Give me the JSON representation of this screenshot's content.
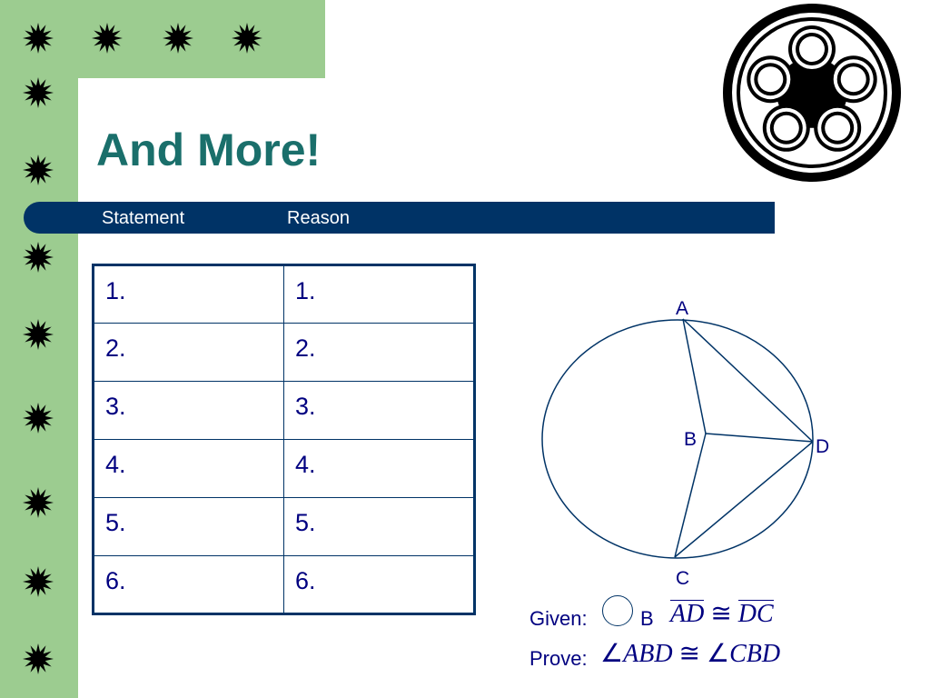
{
  "title": "And More!",
  "header_bar": {
    "statement_label": "Statement",
    "reason_label": "Reason"
  },
  "proof_table": {
    "rows": [
      {
        "statement": "1.",
        "reason": "1."
      },
      {
        "statement": "2.",
        "reason": "2."
      },
      {
        "statement": "3.",
        "reason": "3."
      },
      {
        "statement": "4.",
        "reason": "4."
      },
      {
        "statement": "5.",
        "reason": "5."
      },
      {
        "statement": "6.",
        "reason": "6."
      }
    ]
  },
  "diagram": {
    "point_labels": {
      "a": "A",
      "b": "B",
      "c": "C",
      "d": "D"
    }
  },
  "given": {
    "label": "Given:",
    "circle_center": "B",
    "segment_1": "AD",
    "congruent_symbol": "≅",
    "segment_2": "DC"
  },
  "prove": {
    "label": "Prove:",
    "angle_symbol": "∠",
    "angle_1": "ABD",
    "congruent_symbol": "≅",
    "angle_2": "CBD"
  },
  "colors": {
    "green_frame": "#9ccc90",
    "navy": "#003366",
    "title_teal": "#1a6f6b",
    "text_navy": "#000080"
  },
  "icons": [
    "starburst-icon",
    "ring-emblem-icon"
  ]
}
